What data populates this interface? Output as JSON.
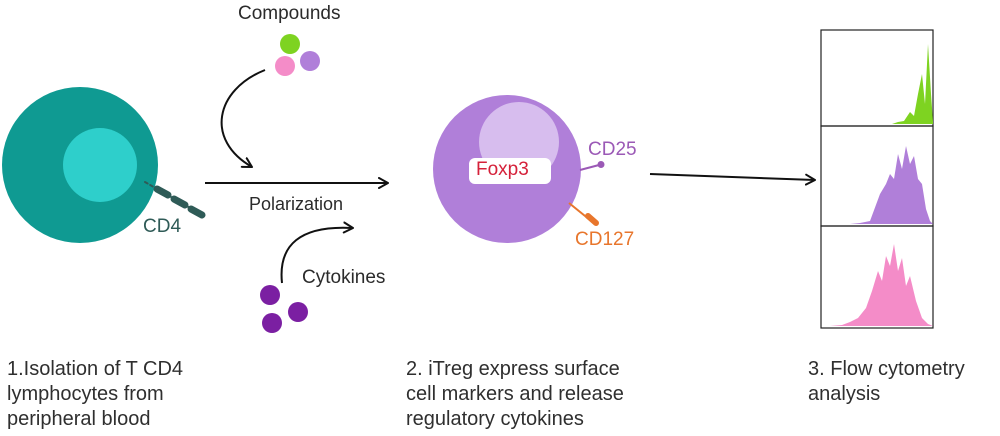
{
  "labels": {
    "compounds": "Compounds",
    "cytokines": "Cytokines",
    "polarization": "Polarization",
    "cd4": "CD4",
    "foxp3": "Foxp3",
    "cd25": "CD25",
    "cd127": "CD127"
  },
  "steps": [
    {
      "text": "1.Isolation of T CD4\nlymphocytes from\nperipheral blood"
    },
    {
      "text": "2. iTreg express surface\ncell markers and release\nregulatory cytokines"
    },
    {
      "text": "3. Flow cytometry\nanalysis"
    }
  ],
  "histograms": [
    {
      "color": "#7ed321"
    },
    {
      "color": "#b07fd9"
    },
    {
      "color": "#f48cc8"
    }
  ],
  "colors": {
    "tcell_outer": "#0f9a92",
    "tcell_inner": "#2ecfcb",
    "itreg_outer": "#b07fd9",
    "itreg_inner": "#d7bdee",
    "foxp3_text": "#d5213a",
    "cd25": "#9b59b6",
    "cd127": "#e8762c",
    "cd4": "#2f5b57",
    "compound_green": "#7ed321",
    "compound_pink": "#f48cc8",
    "compound_purple": "#b07fd9",
    "cytokine": "#7b1fa2"
  }
}
